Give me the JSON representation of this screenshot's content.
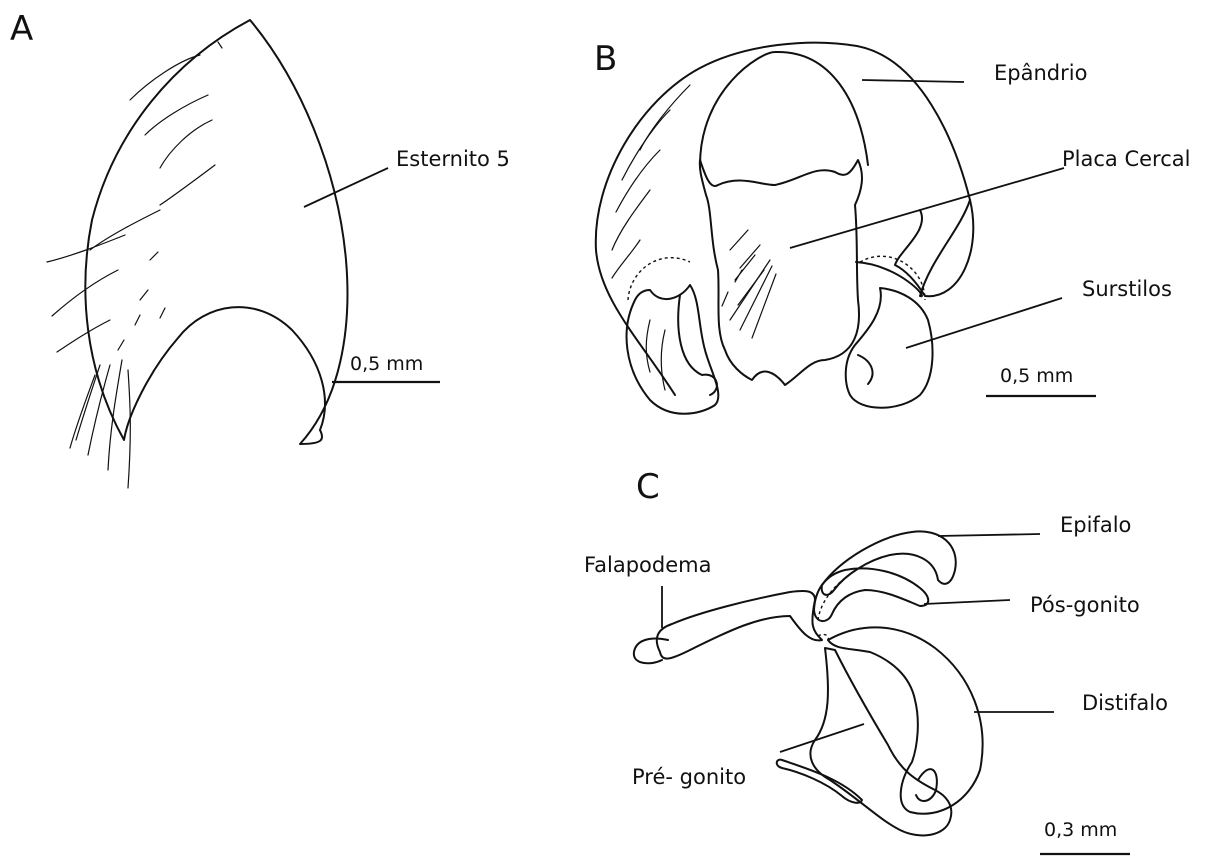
{
  "panels": {
    "a": {
      "letter": "A",
      "labels": {
        "esternito": "Esternito 5"
      },
      "scale": "0,5 mm"
    },
    "b": {
      "letter": "B",
      "labels": {
        "epandrio": "Epândrio",
        "placa_cercal": "Placa Cercal",
        "surstilos": "Surstilos"
      },
      "scale": "0,5 mm"
    },
    "c": {
      "letter": "C",
      "labels": {
        "epifalo": "Epifalo",
        "falapodema": "Falapodema",
        "pos_gonito": "Pós-gonito",
        "distifalo": "Distifalo",
        "pre_gonito": "Pré- gonito"
      },
      "scale": "0,3 mm"
    }
  }
}
